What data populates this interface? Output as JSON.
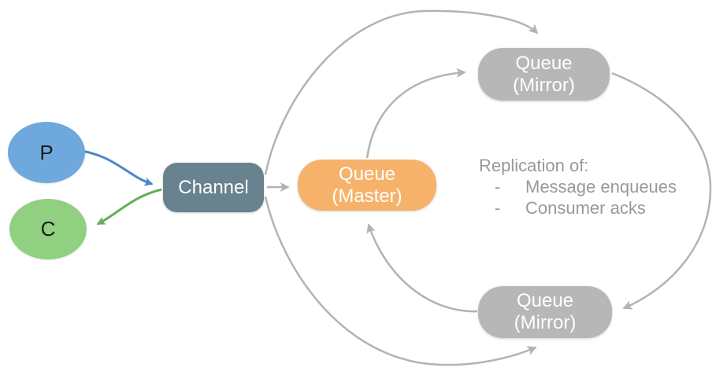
{
  "nodes": {
    "producer": {
      "label": "P",
      "fill": "#6fa8dc"
    },
    "consumer": {
      "label": "C",
      "fill": "#90d080"
    },
    "channel": {
      "label": "Channel",
      "fill": "#69828f"
    },
    "queue_master": {
      "line1": "Queue",
      "line2": "(Master)",
      "fill": "#f6b26b"
    },
    "queue_mirror_top": {
      "line1": "Queue",
      "line2": "(Mirror)",
      "fill": "#b7b7b7"
    },
    "queue_mirror_bottom": {
      "line1": "Queue",
      "line2": "(Mirror)",
      "fill": "#b7b7b7"
    }
  },
  "annotation": {
    "title": "Replication of:",
    "bullet_char": "-",
    "items": [
      {
        "text": "Message enqueues"
      },
      {
        "text": "Consumer acks"
      }
    ],
    "color": "#999999"
  },
  "edges": [
    {
      "name": "producer-to-channel",
      "color": "#4a86c8"
    },
    {
      "name": "channel-to-consumer",
      "color": "#67ad5b"
    },
    {
      "name": "channel-to-queue-master",
      "color": "#b3b3b3"
    },
    {
      "name": "channel-to-queue-mirror-top",
      "color": "#b3b3b3"
    },
    {
      "name": "queue-master-to-queue-mirror-top",
      "color": "#b3b3b3"
    },
    {
      "name": "queue-mirror-top-to-queue-mirror-bottom",
      "color": "#b3b3b3"
    },
    {
      "name": "queue-mirror-bottom-to-queue-master",
      "color": "#b3b3b3"
    },
    {
      "name": "channel-to-queue-mirror-bottom",
      "color": "#b3b3b3"
    }
  ],
  "background": "#ffffff"
}
